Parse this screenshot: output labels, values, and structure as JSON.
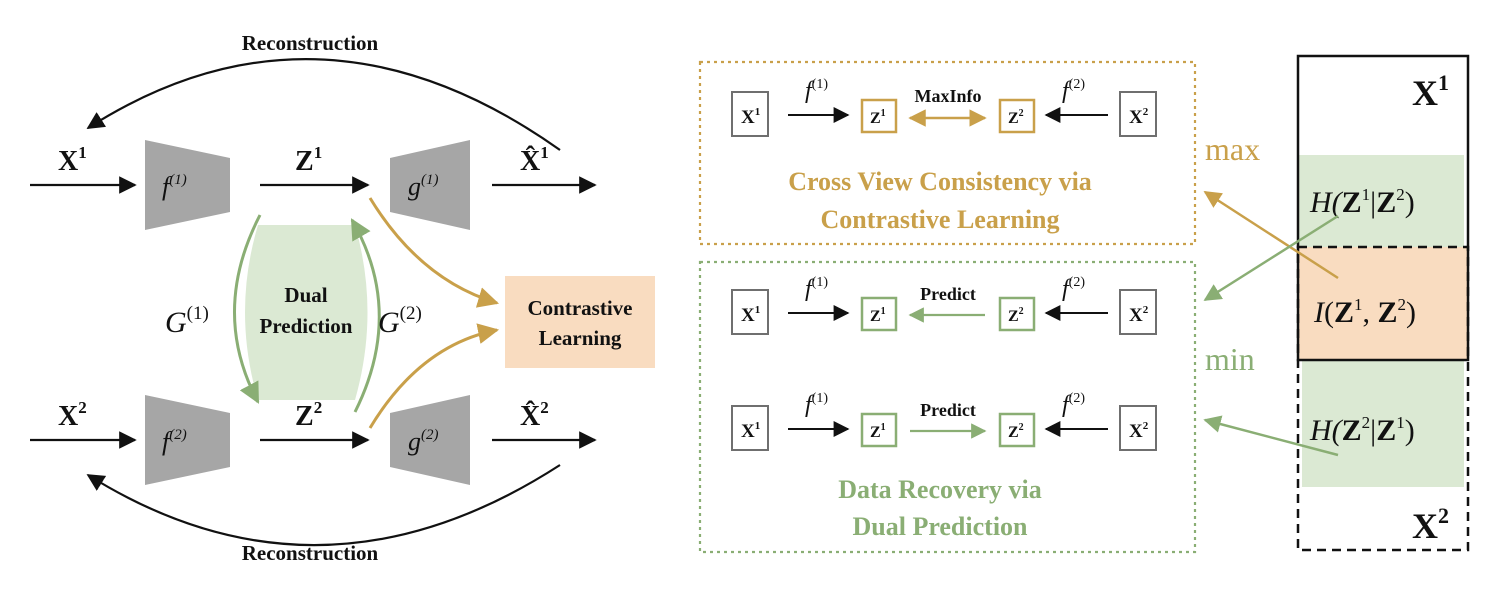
{
  "colors": {
    "black": "#111111",
    "gray_trap": "#a6a6a6",
    "gray_box": "#6f6f6f",
    "gold": "#c9a04a",
    "green": "#8aae74",
    "green_fill": "#dbe9d3",
    "orange_fill": "#f9dcc0"
  },
  "left": {
    "reconstruction_top": "Reconstruction",
    "reconstruction_bottom": "Reconstruction",
    "x1": "X",
    "x1_sup": "1",
    "x2": "X",
    "x2_sup": "2",
    "f1": "f",
    "f1_sup": "(1)",
    "f2": "f",
    "f2_sup": "(2)",
    "g1": "g",
    "g1_sup": "(1)",
    "g2": "g",
    "g2_sup": "(2)",
    "z1": "Z",
    "z1_sup": "1",
    "z2": "Z",
    "z2_sup": "2",
    "xhat1": "X̂",
    "xhat1_sup": "1",
    "xhat2": "X̂",
    "xhat2_sup": "2",
    "G1": "G",
    "G1_sup": "(1)",
    "G2": "G",
    "G2_sup": "(2)",
    "dual_line1": "Dual",
    "dual_line2": "Prediction",
    "contrastive_line1": "Contrastive",
    "contrastive_line2": "Learning"
  },
  "middle": {
    "top_panel": {
      "x1": "X",
      "x1_sup": "1",
      "x2": "X",
      "x2_sup": "2",
      "f1": "f",
      "f1_sup": "(1)",
      "f2": "f",
      "f2_sup": "(2)",
      "z1": "Z",
      "z1_sup": "1",
      "z2": "Z",
      "z2_sup": "2",
      "maxinfo": "MaxInfo",
      "caption_line1": "Cross View Consistency via",
      "caption_line2": "Contrastive Learning"
    },
    "bottom_panel": {
      "row1": {
        "x1": "X",
        "x1_sup": "1",
        "x2": "X",
        "x2_sup": "2",
        "f1": "f",
        "f1_sup": "(1)",
        "f2": "f",
        "f2_sup": "(2)",
        "z1": "Z",
        "z1_sup": "1",
        "z2": "Z",
        "z2_sup": "2",
        "predict": "Predict"
      },
      "row2": {
        "x1": "X",
        "x1_sup": "1",
        "x2": "X",
        "x2_sup": "2",
        "f1": "f",
        "f1_sup": "(1)",
        "f2": "f",
        "f2_sup": "(2)",
        "z1": "Z",
        "z1_sup": "1",
        "z2": "Z",
        "z2_sup": "2",
        "predict": "Predict"
      },
      "caption_line1": "Data Recovery via",
      "caption_line2": "Dual Prediction"
    }
  },
  "right": {
    "x1": "X",
    "x1_sup": "1",
    "x2": "X",
    "x2_sup": "2",
    "max": "max",
    "min": "min",
    "h1": {
      "pre": "H(",
      "a": "Z",
      "a_sup": "1",
      "bar": "|",
      "b": "Z",
      "b_sup": "2",
      "post": ")"
    },
    "mi": {
      "pre": "I",
      "open": "(",
      "a": "Z",
      "a_sup": "1",
      "comma": ", ",
      "b": "Z",
      "b_sup": "2",
      "close": ")"
    },
    "h2": {
      "pre": "H(",
      "a": "Z",
      "a_sup": "2",
      "bar": "|",
      "b": "Z",
      "b_sup": "1",
      "post": ")"
    }
  }
}
